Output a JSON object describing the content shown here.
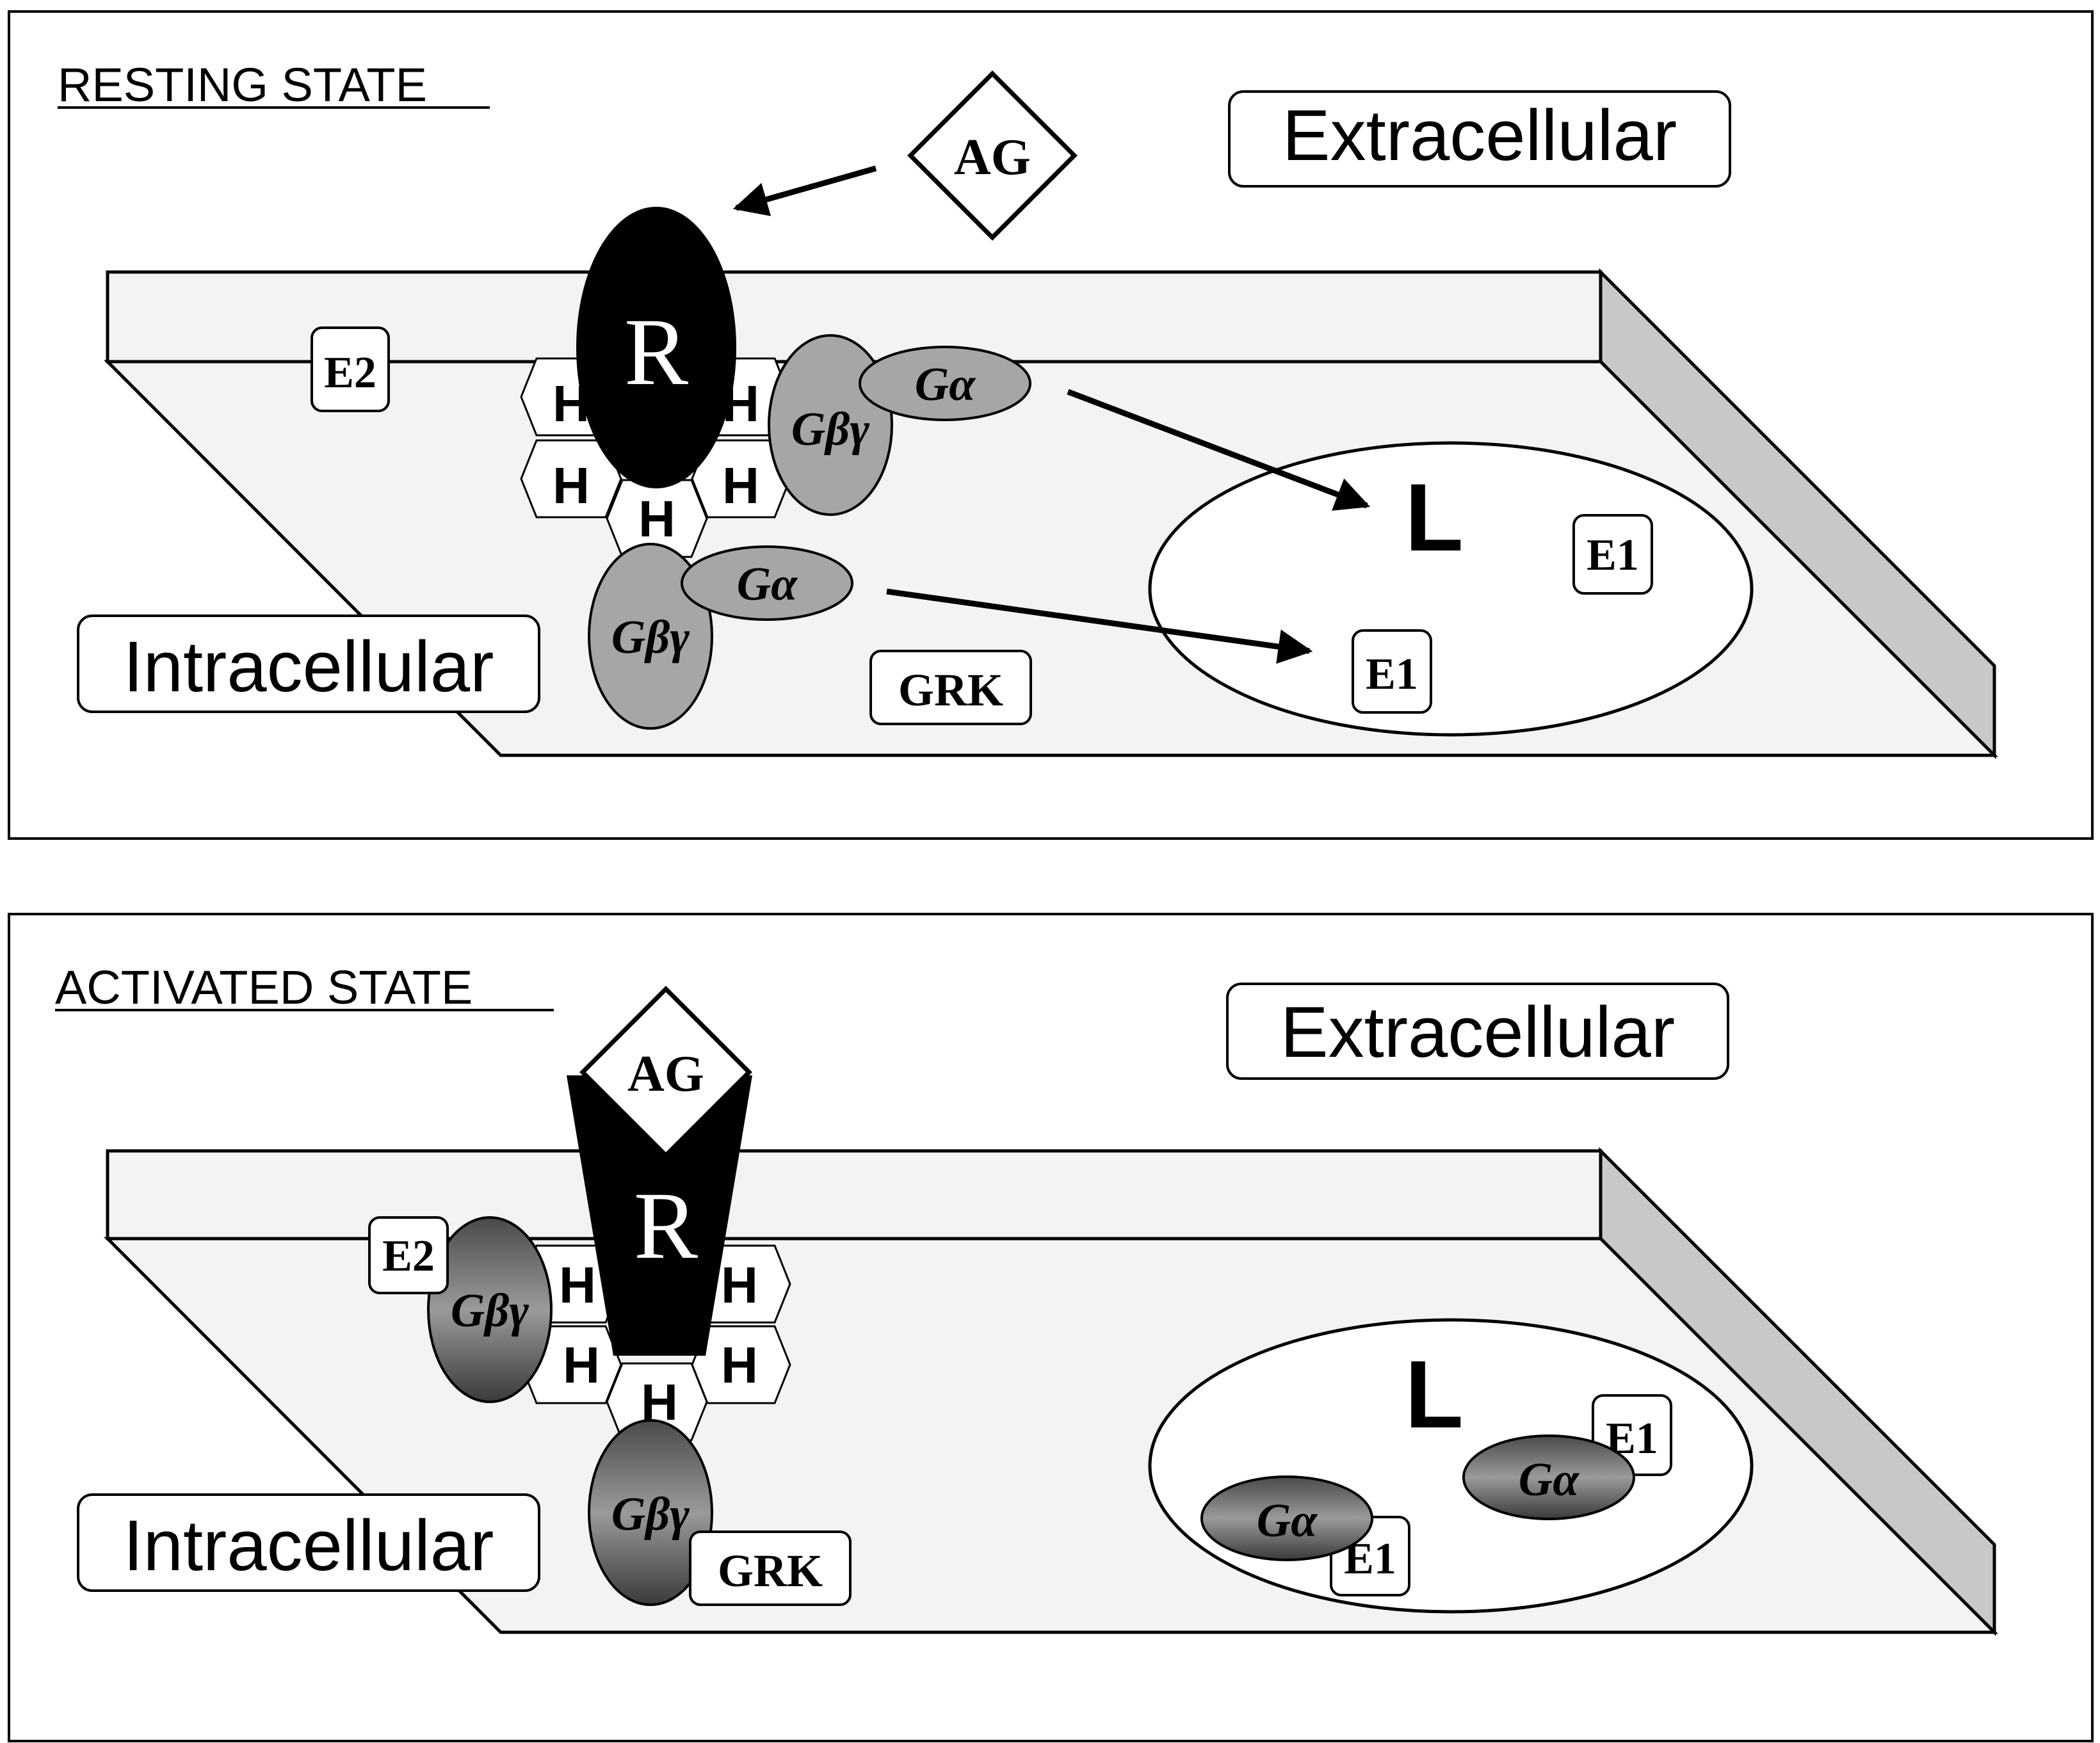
{
  "colors": {
    "membrane_top": "#f3f3f3",
    "membrane_side": "#c8c8c8",
    "receptor": "#000000",
    "g_protein_resting": "#a6a6a6",
    "g_protein_activated_light": "#9a9a9a",
    "g_protein_activated_dark": "#3a3a3a",
    "outline": "#111111"
  },
  "resting": {
    "title": "RESTING STATE",
    "extracellular": "Extracellular",
    "intracellular": "Intracellular",
    "agonist": "AG",
    "receptor": "R",
    "e2": "E2",
    "grk": "GRK",
    "lipid_raft": "L",
    "e1_top": "E1",
    "e1_bottom": "E1",
    "g_alpha_1": "Gα",
    "g_betagamma_1": "Gβγ",
    "g_alpha_2": "Gα",
    "g_betagamma_2": "Gβγ",
    "h": [
      "H",
      "H",
      "H",
      "H",
      "H"
    ]
  },
  "activated": {
    "title": "ACTIVATED STATE",
    "extracellular": "Extracellular",
    "intracellular": "Intracellular",
    "agonist": "AG",
    "receptor": "R",
    "e2": "E2",
    "grk": "GRK",
    "lipid_raft": "L",
    "e1_top": "E1",
    "e1_bottom": "E1",
    "g_alpha_1": "Gα",
    "g_alpha_2": "Gα",
    "g_betagamma_1": "Gβγ",
    "g_betagamma_2": "Gβγ",
    "h": [
      "H",
      "H",
      "H",
      "H",
      "H"
    ]
  }
}
